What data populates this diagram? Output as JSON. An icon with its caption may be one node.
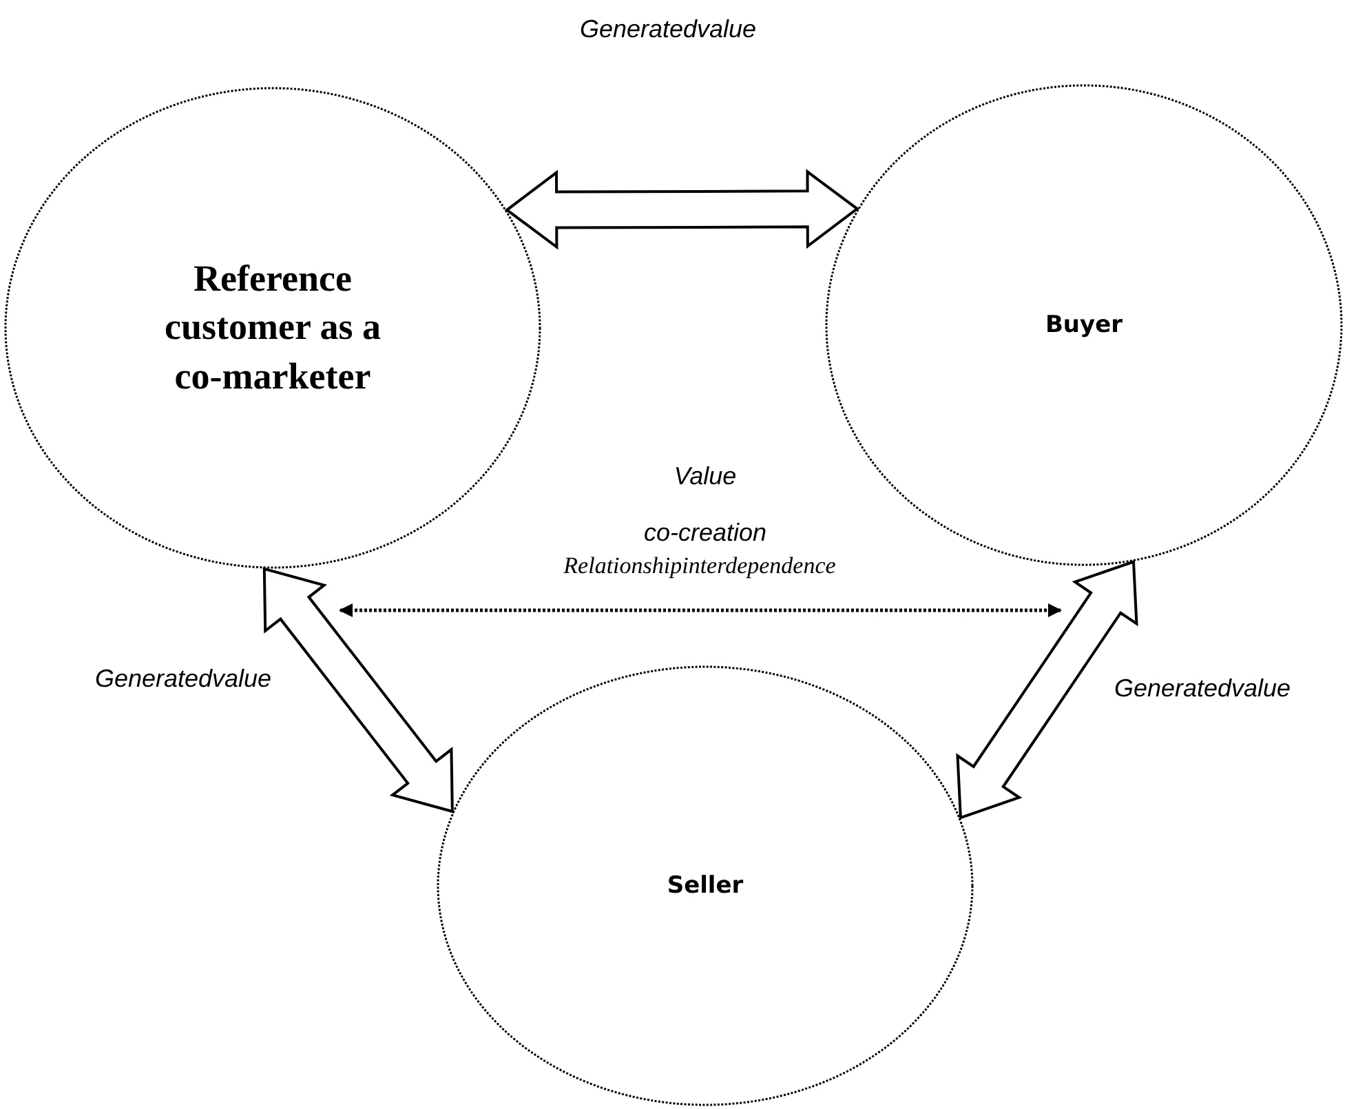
{
  "diagram": {
    "nodes": [
      {
        "text": [
          "Reference customer as a co-marketer"
        ]
      },
      {
        "text": [
          "Buyer"
        ]
      },
      {
        "text": [
          "Seller"
        ]
      }
    ],
    "edges": [
      {
        "from": 0,
        "to": 1,
        "arrow": "both",
        "style": "thick"
      },
      {
        "from": 0,
        "to": 2,
        "arrow": "both",
        "label": "Generatedvalue",
        "style": "thick"
      },
      {
        "from": 2,
        "to": 1,
        "arrow": "both",
        "label": "Generatedvalue",
        "style": "thick"
      }
    ],
    "labels": [
      "Generatedvalue",
      "Value co-creation",
      "Relationshipinterdependence"
    ]
  }
}
